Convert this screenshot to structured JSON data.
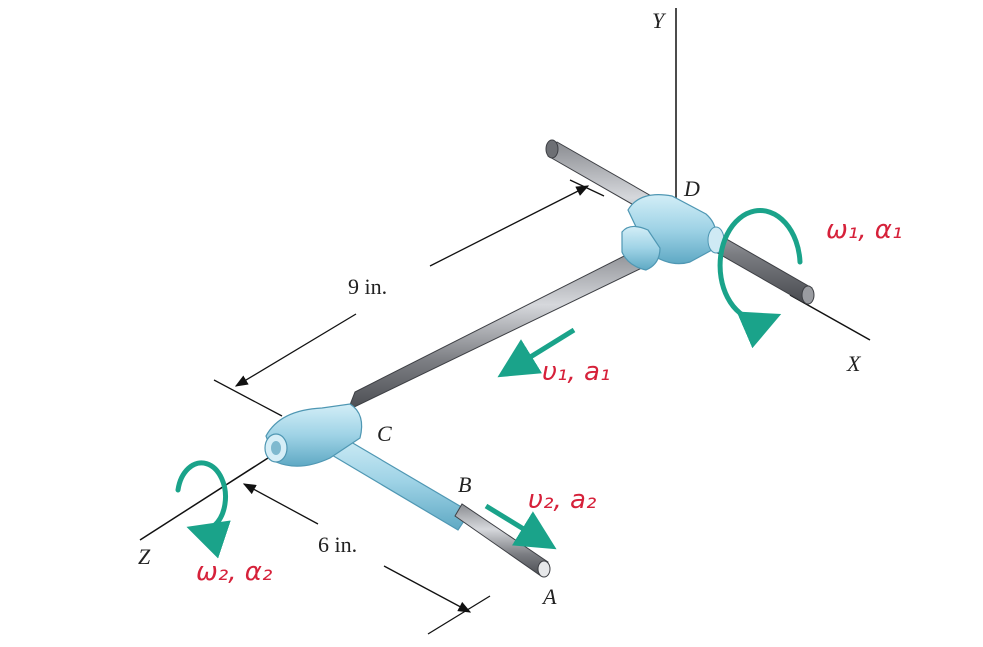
{
  "axes": {
    "x": "X",
    "y": "Y",
    "z": "Z"
  },
  "points": {
    "a": "A",
    "b": "B",
    "c": "C",
    "d": "D"
  },
  "dimensions": {
    "cd_length": "9 in.",
    "ca_length": "6 in."
  },
  "annotations": {
    "rotation_d": "ω₁, α₁",
    "slide_cd": "υ₁, a₁",
    "slide_ba": "υ₂, a₂",
    "rotation_c": "ω₂, α₂"
  },
  "colors": {
    "rod_dark": "#5f6166",
    "rod_light": "#c9cbcf",
    "collar": "#a9d9ea",
    "collar_shade": "#6fb7d1",
    "motion_arrow": "#1aa38a",
    "handwriting": "#d6213a"
  }
}
